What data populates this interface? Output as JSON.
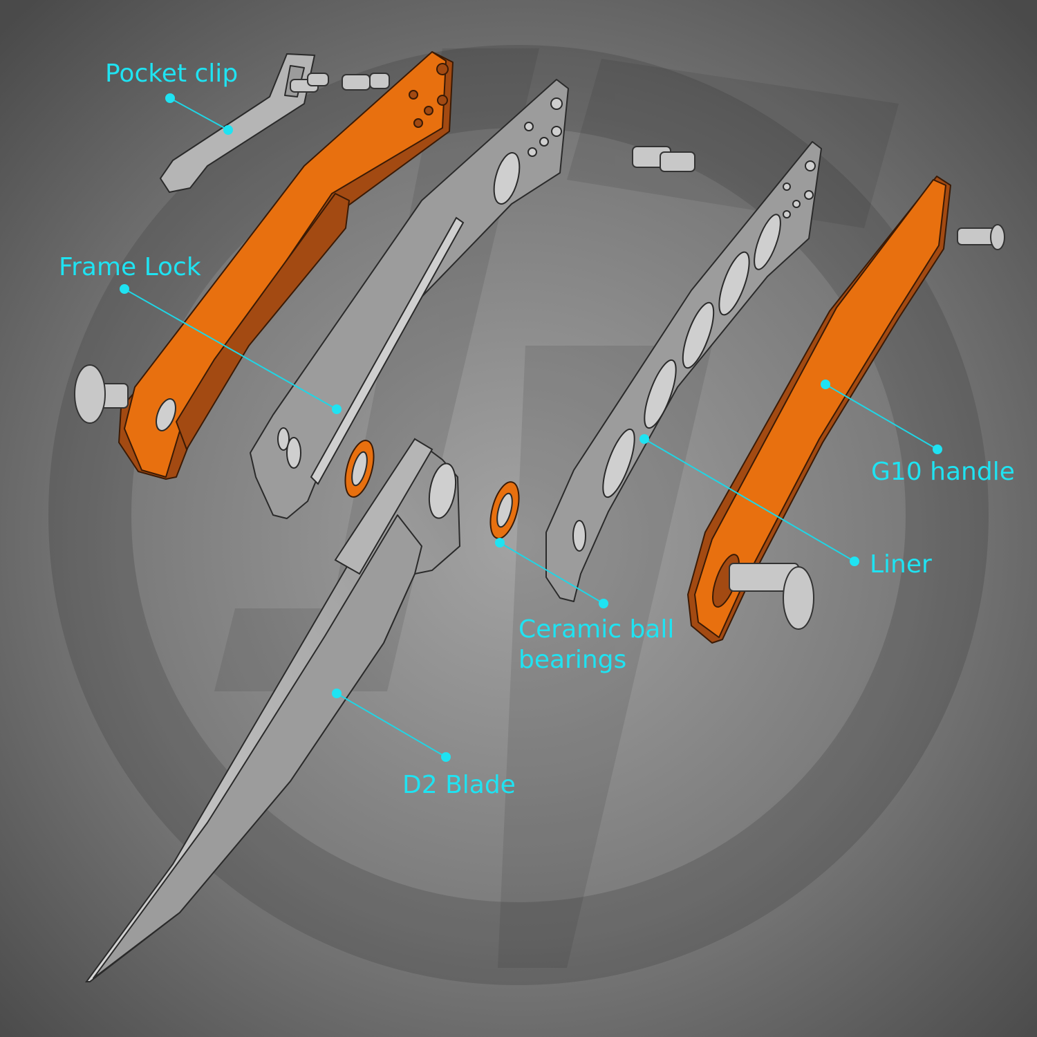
{
  "diagram": {
    "title": "Folding knife exploded view",
    "labels": {
      "pocket_clip": "Pocket clip",
      "frame_lock": "Frame Lock",
      "g10_handle": "G10 handle",
      "liner": "Liner",
      "ceramic_line1": "Ceramic ball",
      "ceramic_line2": "bearings",
      "d2_blade": "D2 Blade"
    },
    "colors": {
      "label": "#1fe3f2",
      "handle_orange": "#e8700f",
      "handle_dark": "#a34a12",
      "steel": "#9c9c9c"
    }
  }
}
